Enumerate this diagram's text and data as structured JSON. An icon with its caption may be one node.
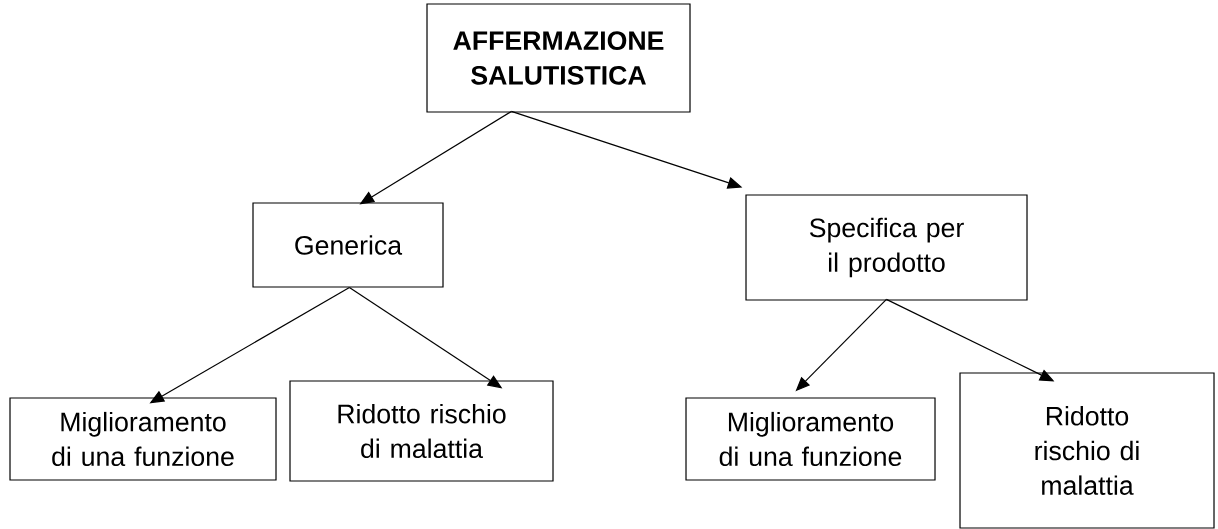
{
  "diagram": {
    "nodes": [
      {
        "text": [
          "AFFERMAZIONE SALUTISTICA"
        ]
      },
      {
        "text": [
          "Generica"
        ]
      },
      {
        "text": [
          "Specifica per il prodotto"
        ]
      },
      {
        "text": [
          "Miglioramento di una funzione"
        ]
      },
      {
        "text": [
          "Ridotto rischio di malattia"
        ]
      },
      {
        "text": [
          "Miglioramento di una funzione"
        ]
      },
      {
        "text": [
          "Ridotto rischio di malattia"
        ]
      }
    ],
    "edges": [
      {
        "from": 0,
        "to": 1,
        "arrow": "to"
      },
      {
        "from": 0,
        "to": 2,
        "arrow": "to"
      },
      {
        "from": 1,
        "to": 3,
        "arrow": "to"
      },
      {
        "from": 1,
        "to": 4,
        "arrow": "to"
      },
      {
        "from": 2,
        "to": 5,
        "arrow": "to"
      },
      {
        "from": 2,
        "to": 6,
        "arrow": "to"
      }
    ]
  }
}
